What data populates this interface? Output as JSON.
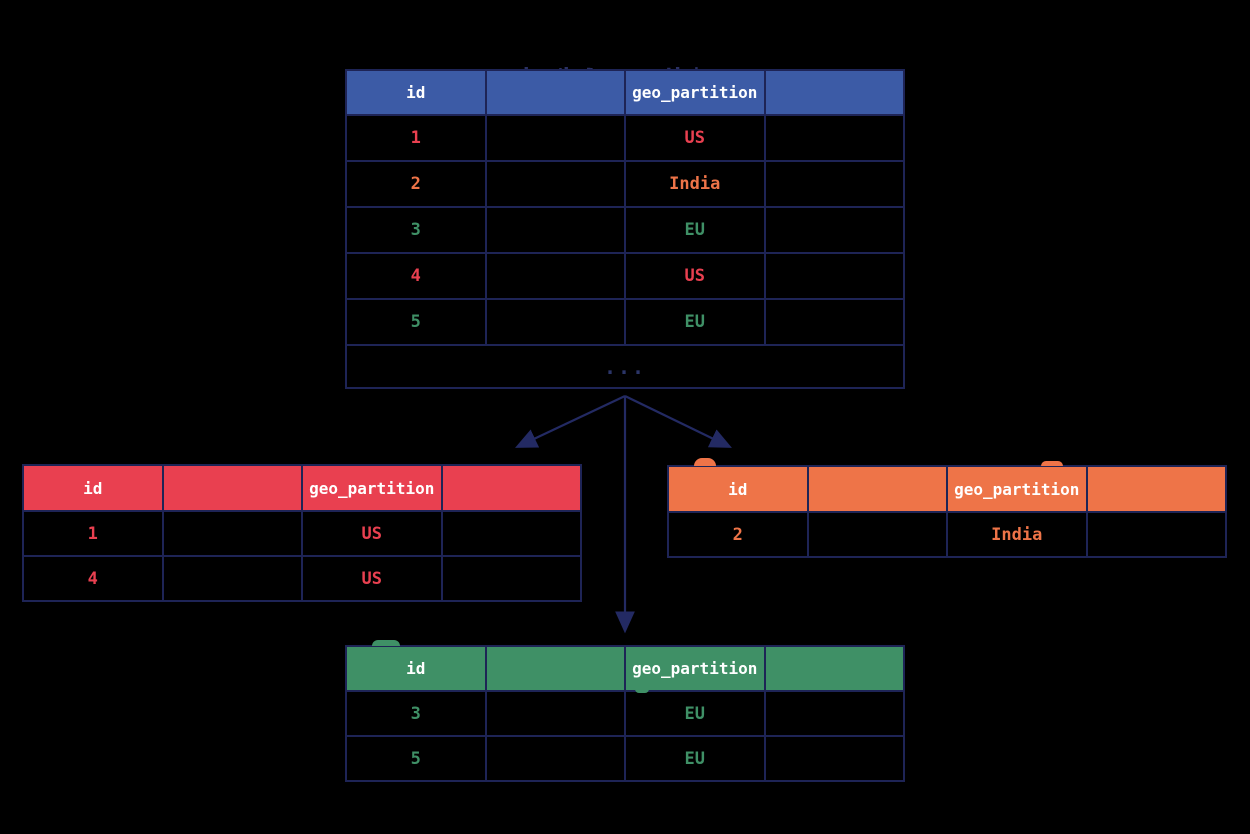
{
  "title": {
    "text": "bank_transactions",
    "ghost_text": "bank_transactions"
  },
  "colors": {
    "background": "#000000",
    "blue": "#3c5ba6",
    "red": "#e94050",
    "orange": "#ee7448",
    "green": "#3f9066",
    "navy": "#1e2456",
    "title_navy": "#2b3164",
    "header_text": "#ffffff"
  },
  "main_table": {
    "headers": [
      "id",
      "",
      "geo_partition",
      ""
    ],
    "rows": [
      [
        "1",
        "",
        "US",
        ""
      ],
      [
        "2",
        "",
        "India",
        ""
      ],
      [
        "3",
        "",
        "EU",
        ""
      ],
      [
        "4",
        "",
        "US",
        ""
      ],
      [
        "5",
        "",
        "EU",
        ""
      ]
    ],
    "row_colors": [
      "red",
      "orange",
      "green",
      "red",
      "green"
    ],
    "ellipsis": "..."
  },
  "partition_tables": {
    "us": {
      "accent": "#e94050",
      "headers": [
        "id",
        "",
        "geo_partition",
        ""
      ],
      "rows": [
        [
          "1",
          "",
          "US",
          ""
        ],
        [
          "4",
          "",
          "US",
          ""
        ]
      ]
    },
    "india": {
      "accent": "#ee7448",
      "headers": [
        "id",
        "",
        "geo_partition",
        ""
      ],
      "rows": [
        [
          "2",
          "",
          "India",
          ""
        ]
      ]
    },
    "eu": {
      "accent": "#3f9066",
      "headers": [
        "id",
        "",
        "geo_partition",
        ""
      ],
      "rows": [
        [
          "3",
          "",
          "EU",
          ""
        ],
        [
          "5",
          "",
          "EU",
          ""
        ]
      ]
    }
  }
}
